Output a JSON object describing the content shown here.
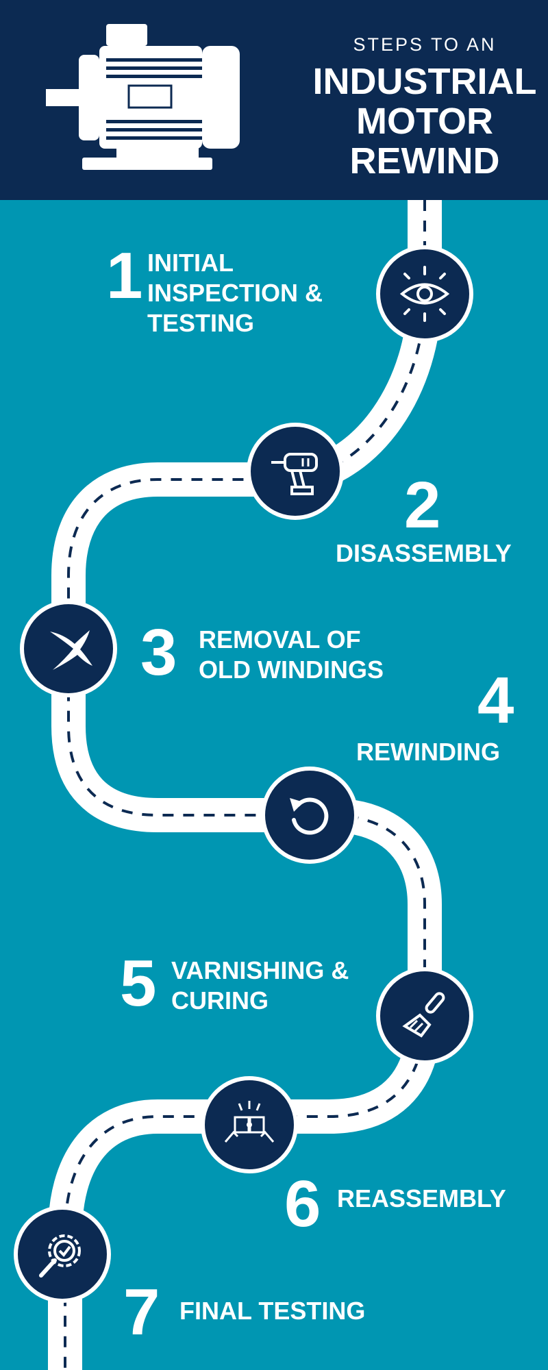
{
  "header": {
    "pre_title": "STEPS TO AN",
    "title": "INDUSTRIAL\nMOTOR\nREWIND",
    "motor_icon": "electric-motor-icon"
  },
  "colors": {
    "background": "#0096b2",
    "header": "#0c2a52",
    "road": "#ffffff",
    "icon_circle": "#0c2a52"
  },
  "steps": [
    {
      "number": "1",
      "label": "INITIAL\nINSPECTION &\nTESTING",
      "icon": "eye-icon"
    },
    {
      "number": "2",
      "label": "DISASSEMBLY",
      "icon": "drill-icon"
    },
    {
      "number": "3",
      "label": "REMOVAL OF\nOLD WINDINGS",
      "icon": "remove-x-icon"
    },
    {
      "number": "4",
      "label": "REWINDING",
      "icon": "rotate-icon"
    },
    {
      "number": "5",
      "label": "VARNISHING &\nCURING",
      "icon": "paintbrush-icon"
    },
    {
      "number": "6",
      "label": "REASSEMBLY",
      "icon": "puzzle-hands-icon"
    },
    {
      "number": "7",
      "label": "FINAL TESTING",
      "icon": "gear-check-icon"
    }
  ]
}
